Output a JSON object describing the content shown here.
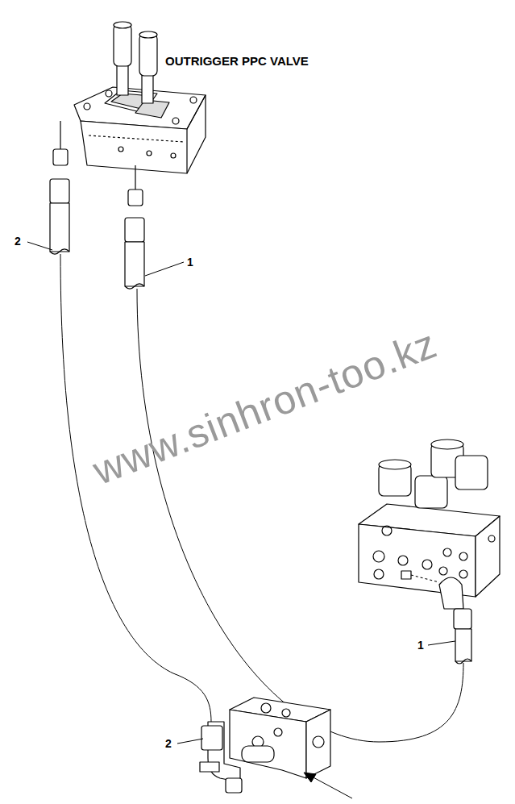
{
  "diagram": {
    "labels": [
      "OUTRIGGER PPC VALVE",
      "2",
      "1",
      "www.sinhron-too.kz",
      "1",
      "2"
    ]
  }
}
